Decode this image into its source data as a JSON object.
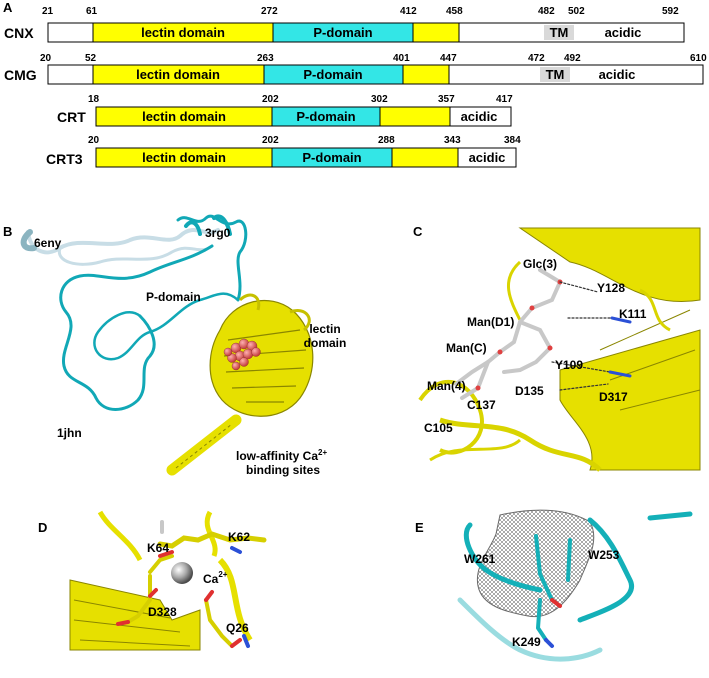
{
  "panels": {
    "a": {
      "letter": "A",
      "colors": {
        "lectin": "#ffff00",
        "pdomain": "#33e6e6",
        "tm": "#d9d9d9",
        "acidic": "#ffffff"
      },
      "proteins": [
        {
          "name": "CNX",
          "start": "21",
          "positions": [
            "61",
            "272",
            "412",
            "458",
            "482",
            "502",
            "592"
          ],
          "labels": {
            "lectin": "lectin domain",
            "pdomain": "P-domain",
            "tm": "TM",
            "acidic": "acidic"
          }
        },
        {
          "name": "CMG",
          "start": "20",
          "positions": [
            "52",
            "263",
            "401",
            "447",
            "472",
            "492",
            "610"
          ],
          "labels": {
            "lectin": "lectin domain",
            "pdomain": "P-domain",
            "tm": "TM",
            "acidic": "acidic"
          }
        },
        {
          "name": "CRT",
          "start": "18",
          "positions": [
            "202",
            "302",
            "357",
            "417"
          ],
          "labels": {
            "lectin": "lectin domain",
            "pdomain": "P-domain",
            "acidic": "acidic"
          }
        },
        {
          "name": "CRT3",
          "start": "20",
          "positions": [
            "202",
            "288",
            "343",
            "384"
          ],
          "labels": {
            "lectin": "lectin domain",
            "pdomain": "P-domain",
            "acidic": "acidic"
          }
        }
      ]
    },
    "b": {
      "letter": "B",
      "labels": {
        "pdb1": "6eny",
        "pdb2": "3rg0",
        "pdb3": "1jhn",
        "pdomain": "P-domain",
        "lectin1": "lectin",
        "lectin2": "domain",
        "ca1": "low-affinity Ca",
        "ca_sup": "2+",
        "ca2": "binding sites"
      }
    },
    "c": {
      "letter": "C",
      "labels": {
        "glc": "Glc(3)",
        "y128": "Y128",
        "k111": "K111",
        "mand1": "Man(D1)",
        "manc": "Man(C)",
        "y109": "Y109",
        "man4": "Man(4)",
        "d135": "D135",
        "d317": "D317",
        "c137": "C137",
        "c105": "C105"
      }
    },
    "d": {
      "letter": "D",
      "labels": {
        "k64": "K64",
        "k62": "K62",
        "ca": "Ca",
        "ca_sup": "2+",
        "d328": "D328",
        "q26": "Q26"
      }
    },
    "e": {
      "letter": "E",
      "labels": {
        "w261": "W261",
        "w253": "W253",
        "k249": "K249"
      }
    }
  }
}
